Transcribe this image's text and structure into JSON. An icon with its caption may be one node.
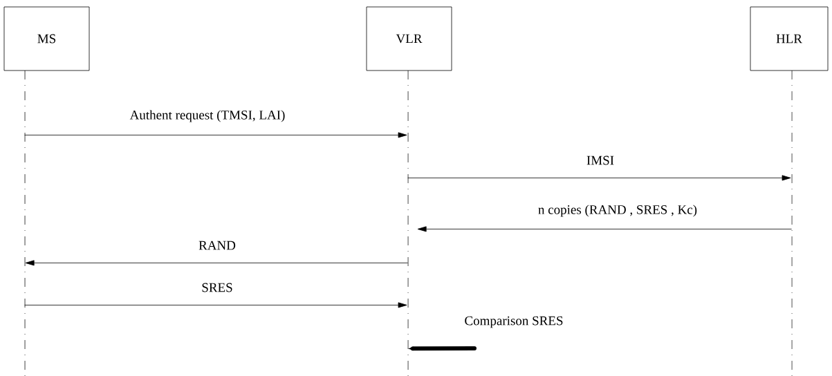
{
  "diagram": {
    "nodes": [
      {
        "text": [
          "MS"
        ]
      },
      {
        "text": [
          "VLR"
        ]
      },
      {
        "text": [
          "HLR"
        ]
      }
    ],
    "edges": [
      {
        "from": 0,
        "to": 1,
        "arrow": "to",
        "label": "Authent request (TMSI, LAI)"
      },
      {
        "from": 1,
        "to": 2,
        "arrow": "to",
        "label": "IMSI"
      },
      {
        "from": 2,
        "to": 1,
        "arrow": "to",
        "label": "n copies (RAND , SRES , Kc)"
      },
      {
        "from": 1,
        "to": 0,
        "arrow": "to",
        "label": "RAND"
      },
      {
        "from": 0,
        "to": 1,
        "arrow": "to",
        "label": "SRES"
      },
      {
        "from": null,
        "to": 1,
        "arrow": "to",
        "label": "Comparison SRES",
        "style": "thick"
      }
    ]
  }
}
